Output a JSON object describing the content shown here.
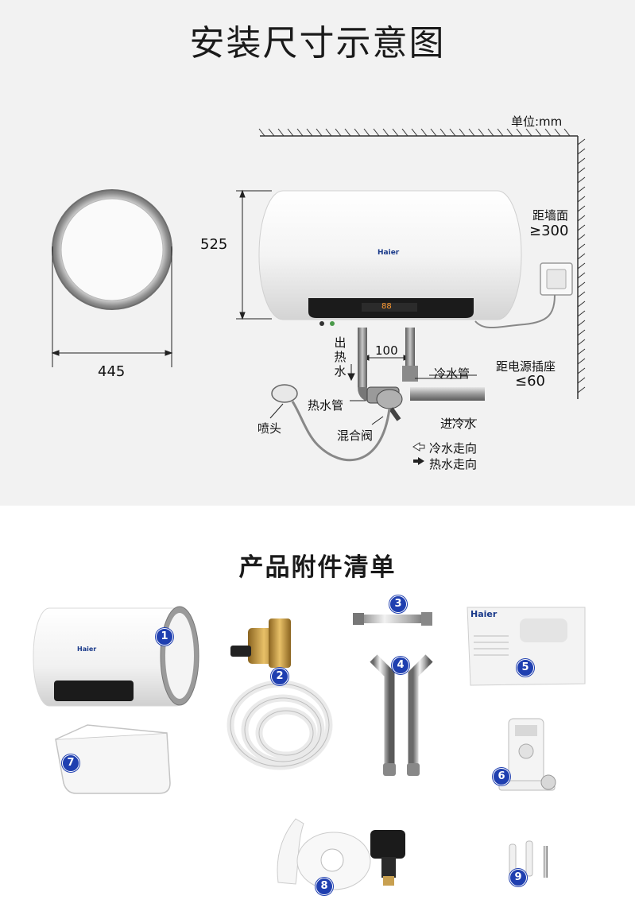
{
  "title": "安装尺寸示意图",
  "unit_label": "单位:mm",
  "dims": {
    "height": "525",
    "width": "445",
    "pipe_spacing": "100"
  },
  "wall_distance": {
    "line1": "距墙面",
    "line2": "≥300"
  },
  "socket_distance": {
    "line1": "距电源插座",
    "line2": "≤60"
  },
  "brand": "Haier",
  "display_digits": "88",
  "labels": {
    "hot_out": "出热水",
    "cold_pipe": "冷水管",
    "hot_pipe": "热水管",
    "shower_head": "喷头",
    "mixing_valve": "混合阀",
    "cold_in": "进冷水"
  },
  "legend": {
    "cold_flow": "冷水走向",
    "hot_flow": "热水走向"
  },
  "accessories_title": "产品附件清单",
  "accessory_badges": [
    "1",
    "2",
    "3",
    "4",
    "5",
    "6",
    "7",
    "8",
    "9"
  ],
  "colors": {
    "badge": "#1f3fb0",
    "top_bg": "#f2f2f2"
  }
}
